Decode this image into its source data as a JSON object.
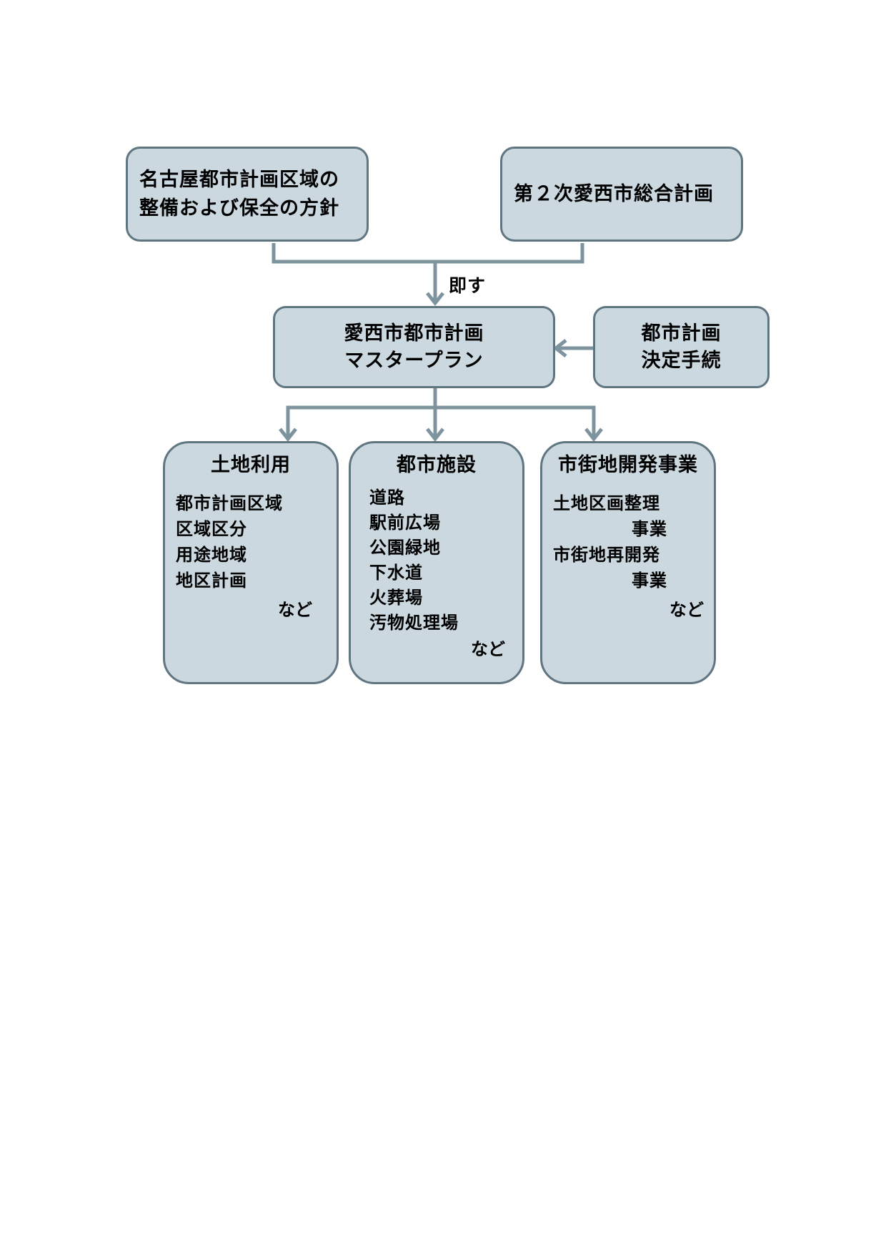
{
  "diagram": {
    "top_left": {
      "lines": [
        "名古屋都市計画区域の",
        "整備および保全の方針"
      ]
    },
    "top_right": {
      "lines": [
        "第２次愛西市総合計画"
      ]
    },
    "edge_label": "即す",
    "master_plan": {
      "lines": [
        "愛西市都市計画",
        "マスタープラン"
      ]
    },
    "procedure": {
      "lines": [
        "都市計画",
        "決定手続"
      ]
    },
    "categories": [
      {
        "title": "土地利用",
        "items": [
          "都市計画区域",
          "区域区分",
          "用途地域",
          "地区計画"
        ],
        "suffix": "など"
      },
      {
        "title": "都市施設",
        "items": [
          "道路",
          "駅前広場",
          "公園緑地",
          "下水道",
          "火葬場",
          "汚物処理場"
        ],
        "suffix": "など"
      },
      {
        "title": "市街地開発事業",
        "items": [
          "土地区画整理",
          "事業",
          "市街地再開発",
          "事業"
        ],
        "suffix": "など"
      }
    ],
    "colors": {
      "box_fill": "#cbd8df",
      "box_border": "#5f7580",
      "connector": "#7d949e"
    }
  }
}
